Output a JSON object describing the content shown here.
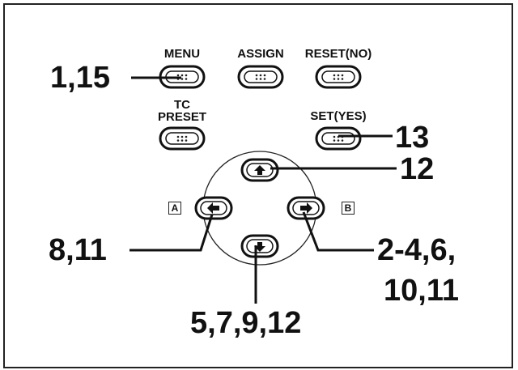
{
  "buttons": {
    "menu": "MENU",
    "assign": "ASSIGN",
    "reset": "RESET(NO)",
    "tc_line1": "TC",
    "tc_line2": "PRESET",
    "set": "SET(YES)"
  },
  "box_labels": {
    "left": "A",
    "right": "B"
  },
  "callouts": {
    "menu": "1,15",
    "set": "13",
    "up": "12",
    "left": "8,11",
    "right_line1": "2-4,6,",
    "right_line2": "10,11",
    "down": "5,7,9,12"
  }
}
